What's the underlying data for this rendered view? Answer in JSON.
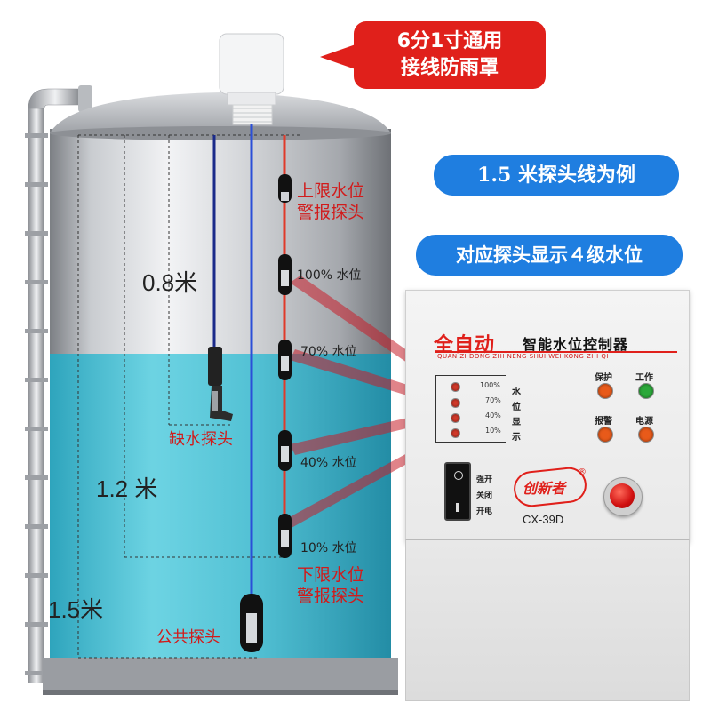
{
  "callout": {
    "line1": "6分1寸通用",
    "line2": "接线防雨罩"
  },
  "pills": {
    "probe_example": "1.5 米探头线为例",
    "four_levels": "对应探头显示４级水位"
  },
  "measurements": {
    "m08": "0.8米",
    "m12": "1.2 米",
    "m15": "1.5米"
  },
  "probe_labels": {
    "upper_alarm_1": "上限水位",
    "upper_alarm_2": "警报探头",
    "p100": "100% 水位",
    "p70": "70% 水位",
    "p40": "40% 水位",
    "p10": "10% 水位",
    "lower_alarm_1": "下限水位",
    "lower_alarm_2": "警报探头",
    "dry": "缺水探头",
    "common": "公共探头"
  },
  "controller": {
    "title_red": "全自动",
    "title_black": "智能水位控制器",
    "pinyin": "QUAN ZI DONG ZHI NENG SHUI WEI KONG ZHI QI",
    "levels": [
      "100%",
      "70%",
      "40%",
      "10%"
    ],
    "water_display": [
      "水",
      "位",
      "显",
      "示"
    ],
    "protect": "保护",
    "work": "工作",
    "alarm": "报警",
    "power": "电源",
    "switch": [
      "强开",
      "关闭",
      "开电"
    ],
    "brand": "创新者",
    "registered": "®",
    "model": "CX-39D"
  },
  "colors": {
    "red": "#e0201b",
    "blue": "#1f7ee0",
    "water": "#5cc6d8"
  }
}
